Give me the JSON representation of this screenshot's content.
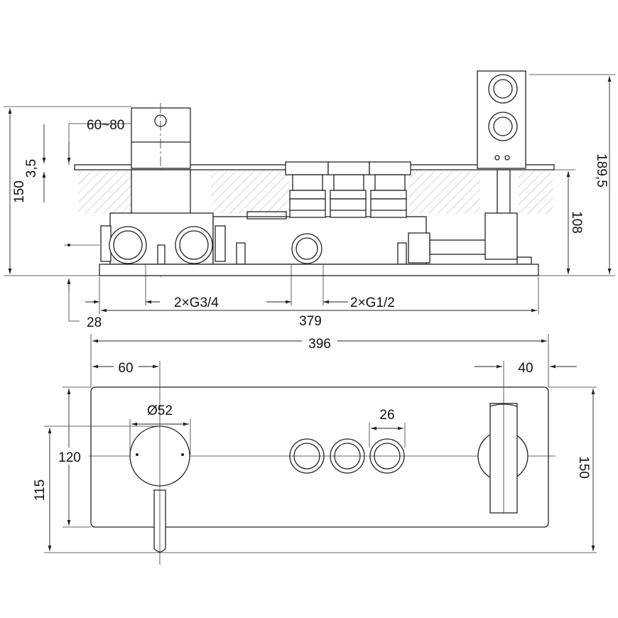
{
  "drawing": {
    "side_view": {
      "dim_adjust": "60~80",
      "dim_plate": "3,5",
      "dim_height_left": "150",
      "dim_height_right": "189,5",
      "dim_depth": "108",
      "dim_inlet_hot_cold": "2×G3/4",
      "dim_outlets": "2×G1/2",
      "dim_offset": "28",
      "dim_body_length": "379"
    },
    "front_view": {
      "dim_total_width": "396",
      "dim_handle_offset": "60",
      "dim_spout_offset": "40",
      "dim_handle_diameter": "Ø52",
      "dim_button_diameter": "26",
      "dim_plate_height_inner": "120",
      "dim_handle_height": "115",
      "dim_total_height": "150"
    },
    "line_color": "#222222"
  }
}
